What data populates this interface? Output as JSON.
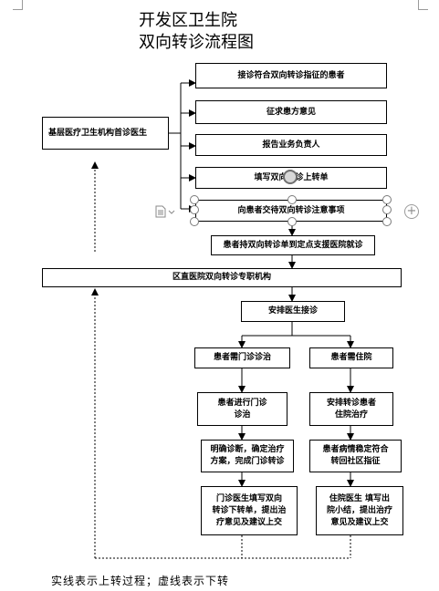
{
  "title_line1": "开发区卫生院",
  "title_line2": "双向转诊流程图",
  "boxes": {
    "receive": "接诊符合双向转诊指征的患者",
    "consent": "征求患方意见",
    "report": "报告业务负责人",
    "fill_form": "填写双向转诊上转单",
    "notice": "向患者交待双向转诊注意事项",
    "go_hospital": "患者持双向转诊单到定点支援医院就诊",
    "primary_doctor": "基层医疗卫生机构首诊医生",
    "district_org": "区直医院双向转诊专职机构",
    "arrange": "安排医生接诊",
    "outpatient": "患者需门诊诊治",
    "inpatient": "患者需住院",
    "out_treat": "患者进行门诊\n诊治",
    "in_treat": "安排转诊患者\n住院治疗",
    "diagnose": "明确诊断，确定治疗\n方案，完成门诊转诊",
    "stable": "患者病情稳定符合\n转回社区指征",
    "out_form": "门诊医生填写双向\n转诊下转单，提出治\n疗意见及建议上交",
    "in_form": "住院医生 填写出\n院小结，提出治疗\n意见及建议上交"
  },
  "caption": "实线表示上转过程；虚线表示下转",
  "icons": [
    "document-icon",
    "plus-icon",
    "rotate-handle-icon"
  ]
}
